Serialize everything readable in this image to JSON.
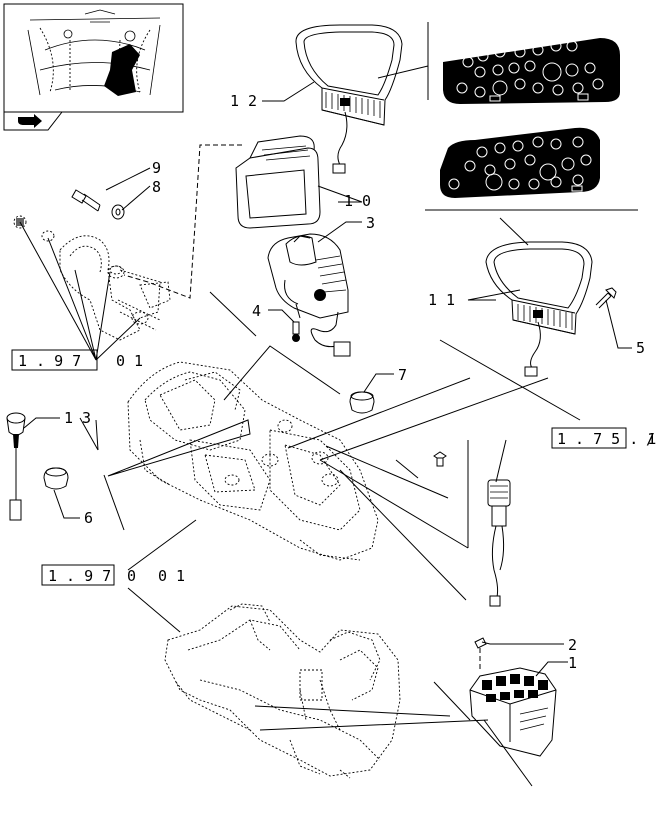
{
  "callouts": {
    "c1": "1",
    "c2": "2",
    "c3": "3",
    "c4": "4",
    "c5": "5",
    "c6": "6",
    "c7": "7",
    "c8": "8",
    "c9": "9",
    "c10": "1 0",
    "c11": "1 1",
    "c12": "1 2",
    "c13": "1 3"
  },
  "references": {
    "ref_a": "1 . 9 7",
    "ref_a_suffix": "0 1",
    "ref_b": "1 . 7 5 . 1",
    "ref_b_suffix": "/",
    "ref_c": "1 . 9 7",
    "ref_c_mid": "0",
    "ref_c_suffix": "0 1"
  },
  "icons": {
    "thumbnail": "tractor-cab-overview-icon",
    "nav": "pointing-hand-arrow-icon"
  }
}
